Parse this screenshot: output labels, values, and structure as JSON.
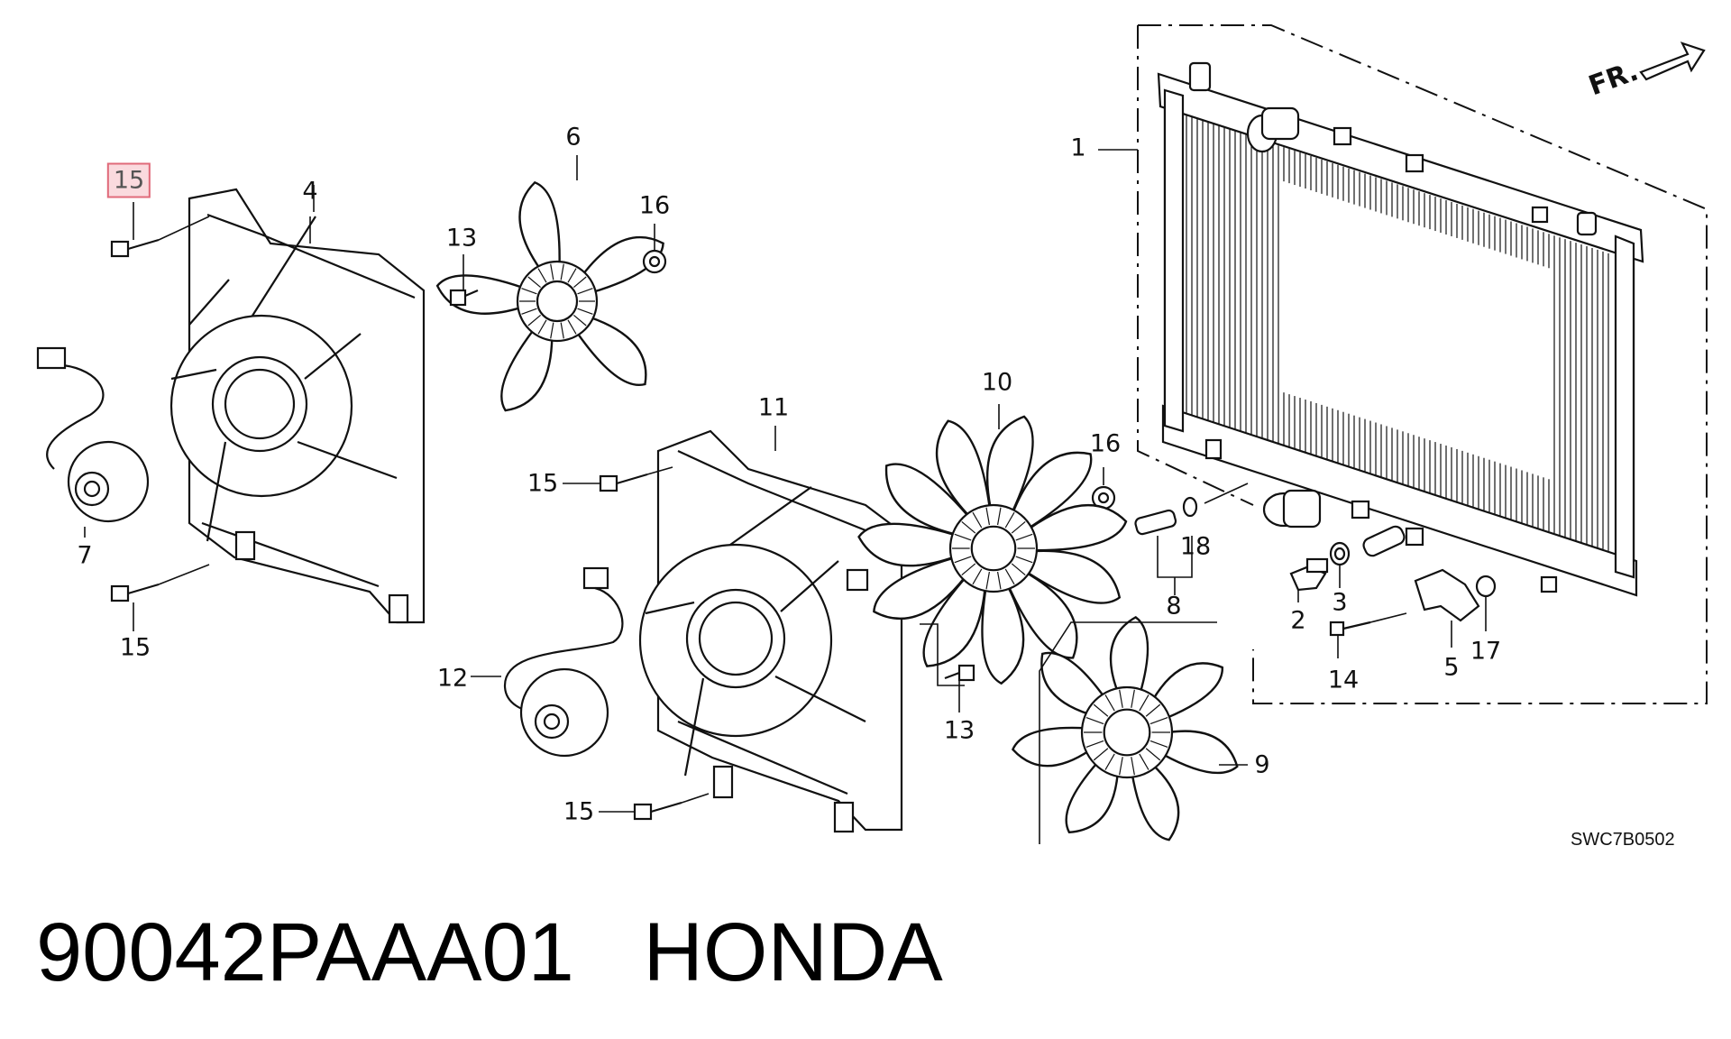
{
  "callouts": [
    {
      "id": "c1",
      "label": "1"
    },
    {
      "id": "c2",
      "label": "2"
    },
    {
      "id": "c3",
      "label": "3"
    },
    {
      "id": "c4",
      "label": "4"
    },
    {
      "id": "c5",
      "label": "5"
    },
    {
      "id": "c6",
      "label": "6"
    },
    {
      "id": "c7",
      "label": "7"
    },
    {
      "id": "c8",
      "label": "8"
    },
    {
      "id": "c9",
      "label": "9"
    },
    {
      "id": "c10",
      "label": "10"
    },
    {
      "id": "c11",
      "label": "11"
    },
    {
      "id": "c12",
      "label": "12"
    },
    {
      "id": "c13a",
      "label": "13"
    },
    {
      "id": "c13b",
      "label": "13"
    },
    {
      "id": "c14",
      "label": "14"
    },
    {
      "id": "c15a",
      "label": "15",
      "highlighted": true
    },
    {
      "id": "c15b",
      "label": "15"
    },
    {
      "id": "c15c",
      "label": "15"
    },
    {
      "id": "c15d",
      "label": "15"
    },
    {
      "id": "c16a",
      "label": "16"
    },
    {
      "id": "c16b",
      "label": "16"
    },
    {
      "id": "c17",
      "label": "17"
    },
    {
      "id": "c18",
      "label": "18"
    }
  ],
  "front_indicator": "FR.",
  "diagram_code": "SWC7B0502",
  "caption": {
    "part_number": "90042PAAA01",
    "brand": "HONDA"
  },
  "colors": {
    "line": "#111111",
    "highlight_border": "#e06a7a",
    "highlight_fill": "#f096a0"
  }
}
